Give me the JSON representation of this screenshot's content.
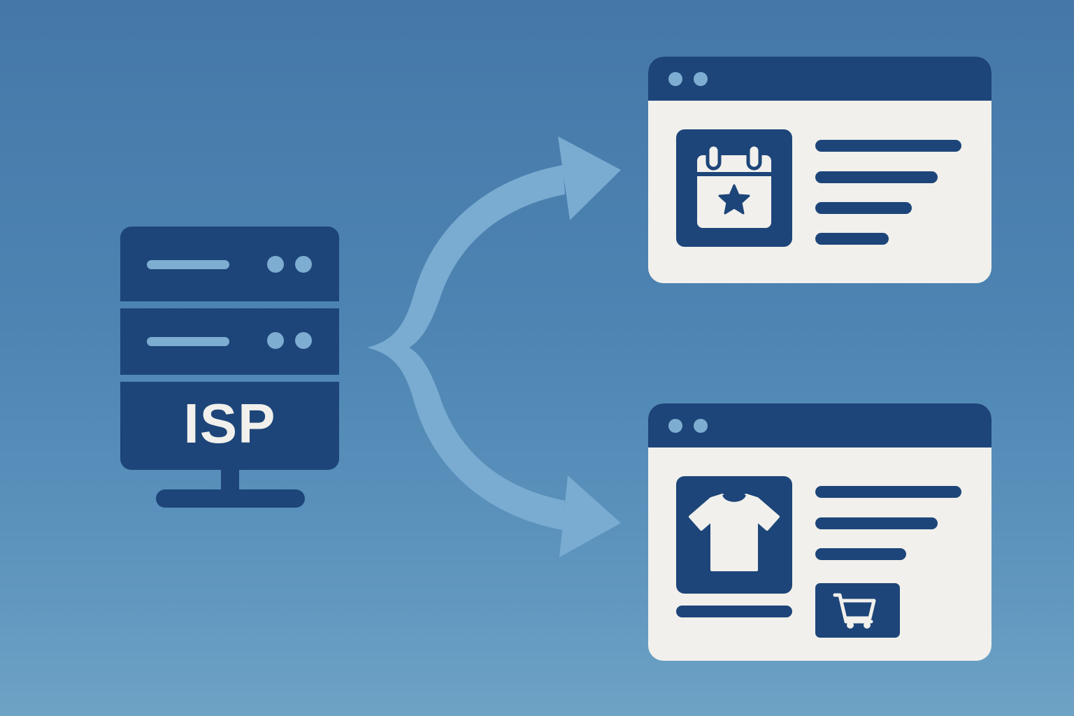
{
  "diagram": {
    "title": "ISP routing traffic to two websites",
    "colors": {
      "background_top": "#4578a8",
      "background_bottom": "#6ea2c5",
      "primary_dark": "#1d4579",
      "accent_light": "#7eadd2",
      "panel": "#f1f0ec"
    }
  },
  "server": {
    "label": "ISP",
    "icon": "server-icon",
    "units": 3
  },
  "connector": {
    "icon": "fork-arrow-icon",
    "branches": [
      "top-window",
      "bottom-window"
    ]
  },
  "windows": [
    {
      "name": "event-page",
      "icon": "calendar-star-icon",
      "text_lines": 4
    },
    {
      "name": "shop-page",
      "icon": "tshirt-icon",
      "text_lines": 3,
      "button_icon": "shopping-cart-icon"
    }
  ]
}
